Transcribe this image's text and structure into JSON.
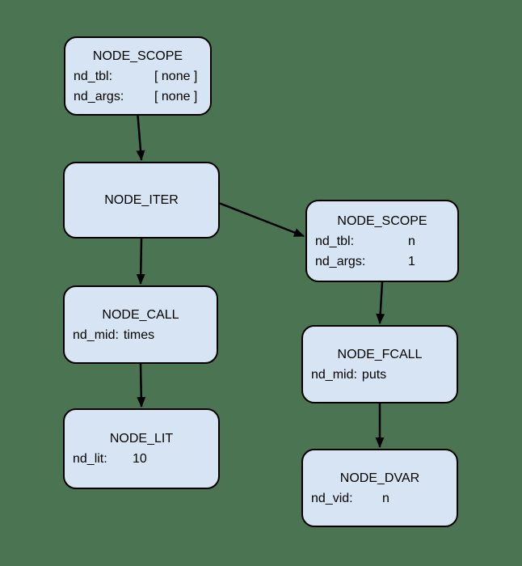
{
  "diagram": {
    "description": "Syntax tree diagram of node structs",
    "colors": {
      "background": "#4a7452",
      "node_fill": "#d6e4f4",
      "node_border": "#000000",
      "edge": "#000000",
      "text": "#000000"
    },
    "nodes": [
      {
        "id": "scope-top",
        "title": "NODE_SCOPE",
        "fields": [
          {
            "label": "nd_tbl:",
            "value": "[ none ]"
          },
          {
            "label": "nd_args:",
            "value": "[ none ]"
          }
        ]
      },
      {
        "id": "iter",
        "title": "NODE_ITER",
        "fields": []
      },
      {
        "id": "scope-right",
        "title": "NODE_SCOPE",
        "fields": [
          {
            "label": "nd_tbl:",
            "value": "n"
          },
          {
            "label": "nd_args:",
            "value": "1"
          }
        ]
      },
      {
        "id": "call",
        "title": "NODE_CALL",
        "fields": [
          {
            "label": "nd_mid:",
            "value": "times"
          }
        ]
      },
      {
        "id": "fcall",
        "title": "NODE_FCALL",
        "fields": [
          {
            "label": "nd_mid:",
            "value": "puts"
          }
        ]
      },
      {
        "id": "lit",
        "title": "NODE_LIT",
        "fields": [
          {
            "label": "nd_lit:",
            "value": "10"
          }
        ]
      },
      {
        "id": "dvar",
        "title": "NODE_DVAR",
        "fields": [
          {
            "label": "nd_vid:",
            "value": "n"
          }
        ]
      }
    ],
    "edges": [
      {
        "from": "scope-top",
        "to": "iter"
      },
      {
        "from": "iter",
        "to": "call"
      },
      {
        "from": "iter",
        "to": "scope-right"
      },
      {
        "from": "call",
        "to": "lit"
      },
      {
        "from": "scope-right",
        "to": "fcall"
      },
      {
        "from": "fcall",
        "to": "dvar"
      }
    ]
  }
}
